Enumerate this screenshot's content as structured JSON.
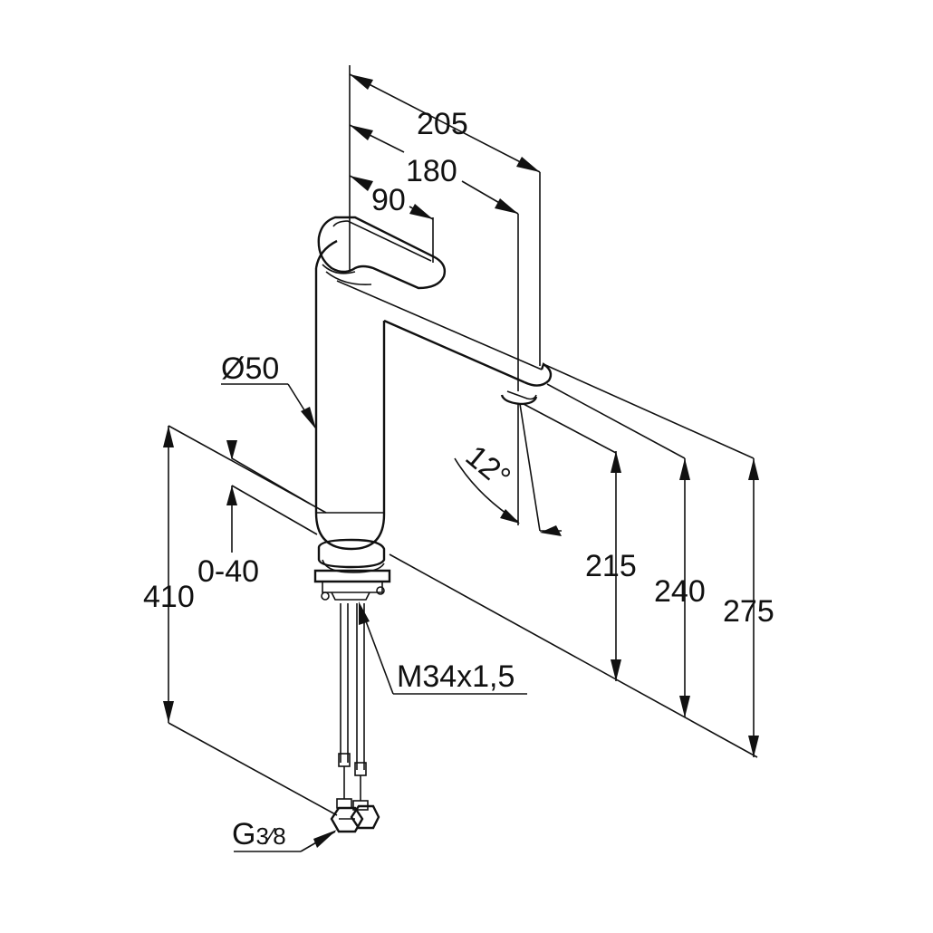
{
  "diagram": {
    "dimensions": {
      "d205": "205",
      "d180": "180",
      "d90": "90",
      "diameter": "Ø50",
      "angle": "12°",
      "h215": "215",
      "h240": "240",
      "h275": "275",
      "h410": "410",
      "adjust": "0-40",
      "thread": "M34x1,5",
      "connection_main": "G",
      "connection_fraction": "3⁄8"
    }
  }
}
